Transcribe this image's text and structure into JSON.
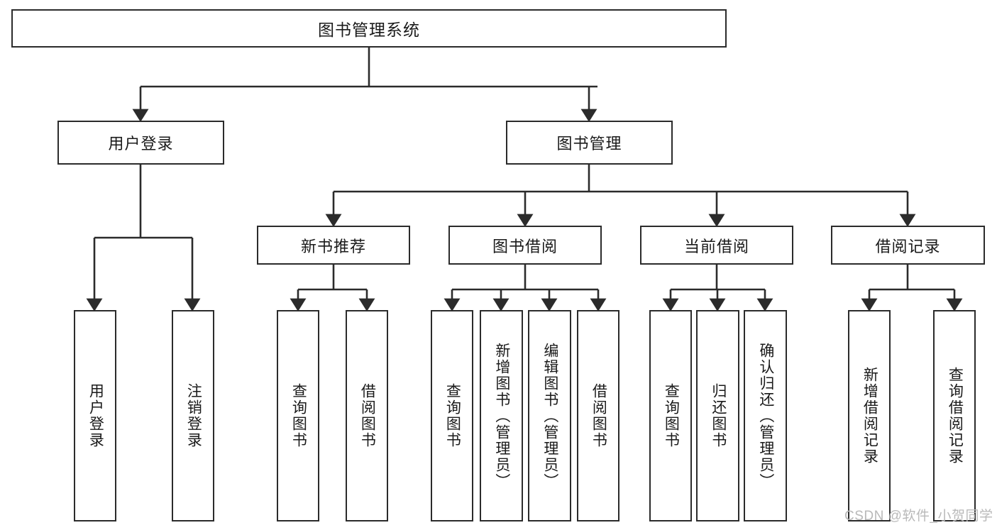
{
  "diagram": {
    "title": "图书管理系统",
    "watermark": "CSDN @软件_小贺同学",
    "colors": {
      "stroke": "#2b2b2b",
      "fill": "#ffffff",
      "text": "#1a1a1a",
      "watermark": "#b9b9b9"
    },
    "root": {
      "label": "图书管理系统"
    },
    "level1": [
      {
        "label": "用户登录"
      },
      {
        "label": "图书管理"
      }
    ],
    "level2": [
      {
        "label": "新书推荐"
      },
      {
        "label": "图书借阅"
      },
      {
        "label": "当前借阅"
      },
      {
        "label": "借阅记录"
      }
    ],
    "leaves_user_login": [
      {
        "label": "用户登录"
      },
      {
        "label": "注销登录"
      }
    ],
    "leaves_new_books": [
      {
        "label": "查询图书"
      },
      {
        "label": "借阅图书"
      }
    ],
    "leaves_borrow": [
      {
        "label": "查询图书"
      },
      {
        "label": "新增图书（管理员）"
      },
      {
        "label": "编辑图书（管理员）"
      },
      {
        "label": "借阅图书"
      }
    ],
    "leaves_current": [
      {
        "label": "查询图书"
      },
      {
        "label": "归还图书"
      },
      {
        "label": "确认归还（管理员）"
      }
    ],
    "leaves_records": [
      {
        "label": "新增借阅记录"
      },
      {
        "label": "查询借阅记录"
      }
    ]
  }
}
